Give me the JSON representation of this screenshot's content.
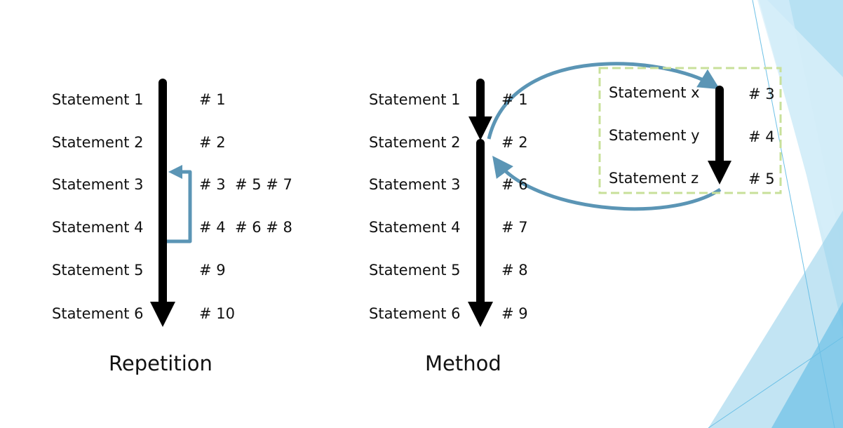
{
  "repetition": {
    "caption": "Repetition",
    "statements": [
      "Statement 1",
      "Statement 2",
      "Statement 3",
      "Statement 4",
      "Statement 5",
      "Statement 6"
    ],
    "step_numbers": [
      "# 1",
      "# 2",
      "# 3  # 5 # 7",
      "# 4  # 6 # 8",
      "# 9",
      "# 10"
    ]
  },
  "method": {
    "caption": "Method",
    "statements": [
      "Statement 1",
      "Statement 2",
      "Statement 3",
      "Statement 4",
      "Statement 5",
      "Statement 6"
    ],
    "step_numbers": [
      "# 1",
      "# 2",
      "# 6",
      "# 7",
      "# 8",
      "# 9"
    ],
    "sub_statements": [
      "Statement x",
      "Statement y",
      "Statement z"
    ],
    "sub_step_numbers": [
      "# 3",
      "# 4",
      "# 5"
    ]
  },
  "colors": {
    "flow_arrow": "#000000",
    "jump_arrow": "#5b95b5",
    "method_box_border": "#c8e09a",
    "decoration_blue": "#6cc0e6"
  }
}
